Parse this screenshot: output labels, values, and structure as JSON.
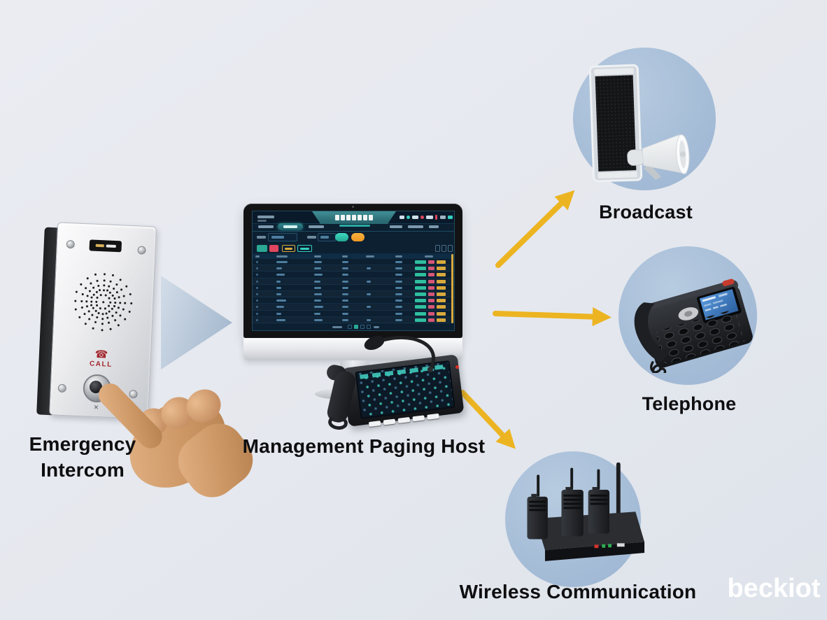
{
  "labels": {
    "emergency_intercom_line1": "Emergency",
    "emergency_intercom_line2": "Intercom",
    "management_paging_host": "Management Paging Host",
    "broadcast": "Broadcast",
    "telephone": "Telephone",
    "wireless_communication": "Wireless Communication"
  },
  "logo": {
    "text": "beckiot"
  },
  "intercom": {
    "call_label": "CALL",
    "call_icon": "phone-handset",
    "call_color": "#a3262c"
  },
  "colors": {
    "background": "#e5e8ee",
    "node_circle_blue": "#a7bed8",
    "arrow_yellow": "#ecb421",
    "triangle_blue": "#aebfd3",
    "screen_teal": "#2fc9b4",
    "screen_orange": "#f0a63a",
    "screen_red": "#e0475e",
    "badge_green": "#2fbf9f",
    "badge_pink": "#d65677",
    "badge_yellow": "#d8a93c",
    "logo_white": "#ffffff"
  },
  "screen_table": {
    "row_count": 10,
    "badges_per_row": [
      "green",
      "pink",
      "yellow"
    ]
  }
}
